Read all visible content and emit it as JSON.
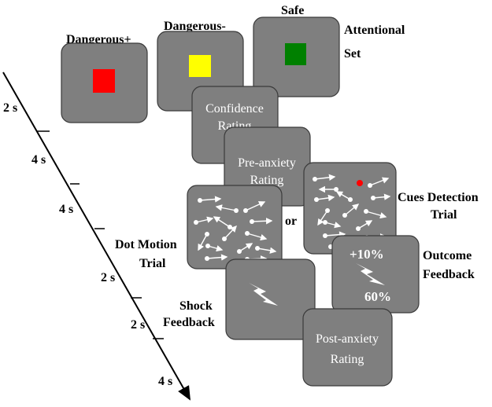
{
  "attentional_set": {
    "labels": [
      "Dangerous+",
      "Dangerous-",
      "Safe"
    ],
    "cue_colors": [
      "#ff0000",
      "#ffff00",
      "#008000"
    ],
    "title_line1": "Attentional",
    "title_line2": "Set"
  },
  "confidence": {
    "line1": "Confidence",
    "line2": "Rating"
  },
  "pre_anxiety": {
    "line1": "Pre-anxiety",
    "line2": "Rating"
  },
  "dot_motion": {
    "line1": "Dot Motion",
    "line2": "Trial"
  },
  "or_text": "or",
  "cues_detection": {
    "line1": "Cues Detection",
    "line2": "Trial",
    "target_color": "#ff0000"
  },
  "outcome": {
    "top_value": "+10%",
    "bottom_value": "60%",
    "line1": "Outcome",
    "line2": "Feedback",
    "icon": "lightning-bolt"
  },
  "shock": {
    "line1": "Shock",
    "line2": "Feedback",
    "icon": "lightning-bolt"
  },
  "post_anxiety": {
    "line1": "Post-anxiety",
    "line2": "Rating"
  },
  "timeline": {
    "durations": [
      "2 s",
      "4 s",
      "4 s",
      "2 s",
      "2 s",
      "4 s"
    ]
  }
}
